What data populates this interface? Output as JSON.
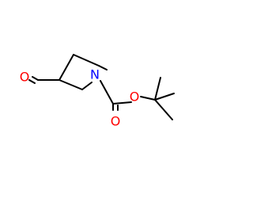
{
  "molecule": {
    "atoms": {
      "aldehyde_oxygen": "O",
      "ring_nitrogen": "N",
      "ester_oxygen": "O",
      "carbonyl_oxygen": "O"
    },
    "colors": {
      "bond": "#000000",
      "oxygen": "#ff0000",
      "nitrogen": "#0000ff"
    }
  }
}
